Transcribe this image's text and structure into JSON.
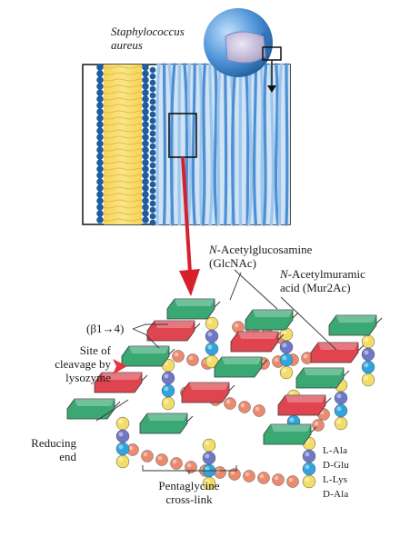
{
  "organism": {
    "line1": "Staphylococcus",
    "line2": "aureus"
  },
  "labels": {
    "glcnac_1": "-Acetylglucosamine",
    "glcnac_1_prefix": "N",
    "glcnac_2": "(GlcNAc)",
    "mur_1_prefix": "N",
    "mur_1": "-Acetylmuramic",
    "mur_2": "acid (Mur2Ac)",
    "linkage": "(β1→4)",
    "cleavage_1": "Site of",
    "cleavage_2": "cleavage by",
    "cleavage_3": "lysozyme",
    "reducing_1": "Reducing",
    "reducing_2": "end",
    "pentagly_1": "Pentaglycine",
    "pentagly_2": "cross-link"
  },
  "peptide": [
    "L-Ala",
    "D-Glu",
    "L-Lys",
    "D-Ala"
  ],
  "colors": {
    "glcnac": "#3aa873",
    "murnac": "#e0454f",
    "glycine": "#ec8a6e",
    "ala": "#f3dd66",
    "glu": "#6f78c6",
    "lys": "#2fa5e0",
    "membrane_head": "#1f5d9e",
    "membrane_tail": "#f4c842",
    "wall": "#7eb3e3",
    "arrow": "#d6202c"
  }
}
